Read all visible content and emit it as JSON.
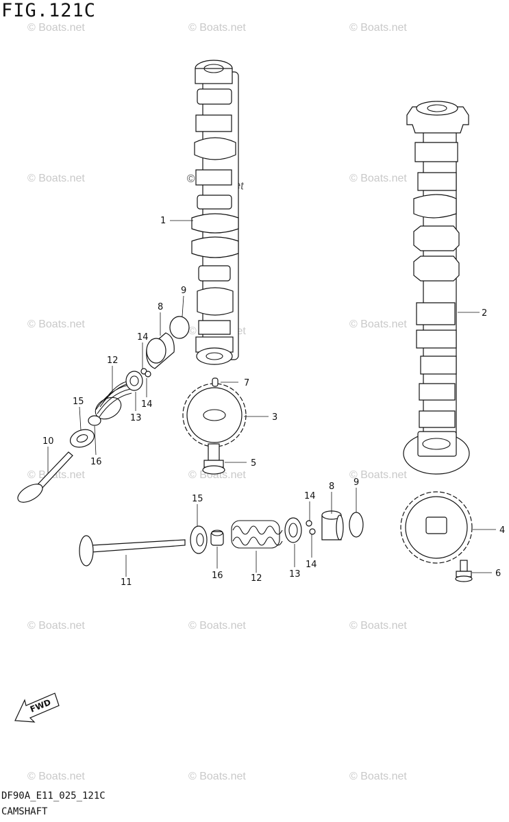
{
  "figure": {
    "title": "FIG.121C",
    "code": "DF90A_E11_025_121C",
    "name": "CAMSHAFT"
  },
  "watermark": "© Boats.net",
  "fwd_label": "FWD",
  "callouts": {
    "p1": "1",
    "p2": "2",
    "p3": "3",
    "p4": "4",
    "p5": "5",
    "p6": "6",
    "p7": "7",
    "p8a": "8",
    "p9a": "9",
    "p8b": "8",
    "p9b": "9",
    "p10": "10",
    "p11": "11",
    "p12a": "12",
    "p12b": "12",
    "p13a": "13",
    "p13b": "13",
    "p14a": "14",
    "p14b": "14",
    "p14c": "14",
    "p14d": "14",
    "p15a": "15",
    "p15b": "15",
    "p16a": "16",
    "p16b": "16"
  },
  "colors": {
    "line": "#111111",
    "watermark": "#c9c9c9",
    "background": "#ffffff"
  }
}
